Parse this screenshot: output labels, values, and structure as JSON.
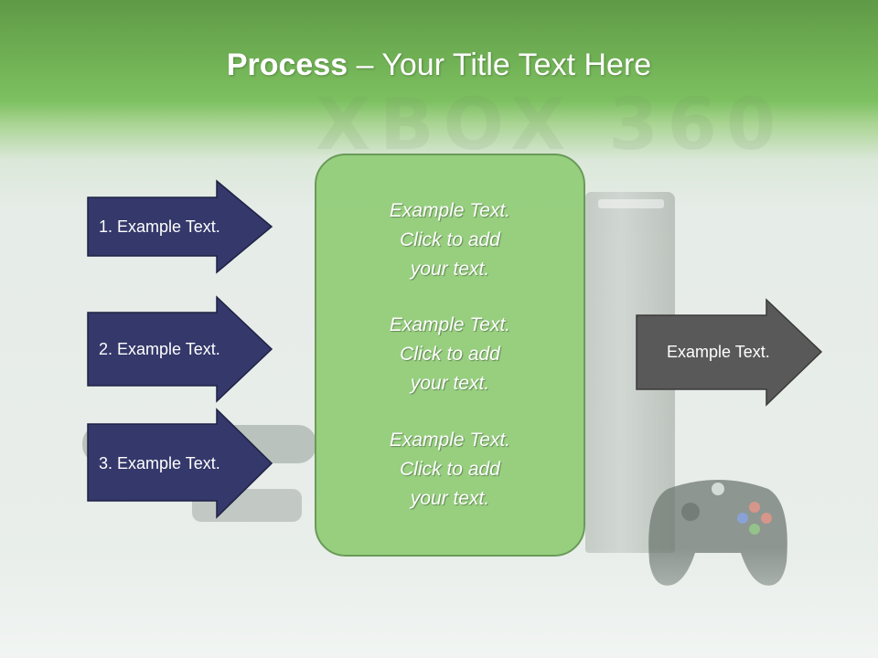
{
  "slide": {
    "title_bold": "Process",
    "title_rest": " – Your Title Text Here",
    "watermark": "XBOX 360"
  },
  "left_arrows": [
    {
      "label": "1. Example Text."
    },
    {
      "label": "2. Example Text."
    },
    {
      "label": "3. Example Text."
    }
  ],
  "center_box": {
    "items": [
      {
        "text": "Example Text.\nClick  to add\nyour text."
      },
      {
        "text": "Example Text.\nClick  to add\nyour text."
      },
      {
        "text": "Example Text.\nClick  to add\nyour text."
      }
    ]
  },
  "right_arrow": {
    "label": "Example Text."
  },
  "colors": {
    "header_green": "#6aa84f",
    "left_arrow_fill": "#34386a",
    "right_arrow_fill": "#595959",
    "center_box_fill": "#90cc76"
  },
  "icons": [
    "xbox-console",
    "kinect-sensor",
    "game-controller"
  ]
}
